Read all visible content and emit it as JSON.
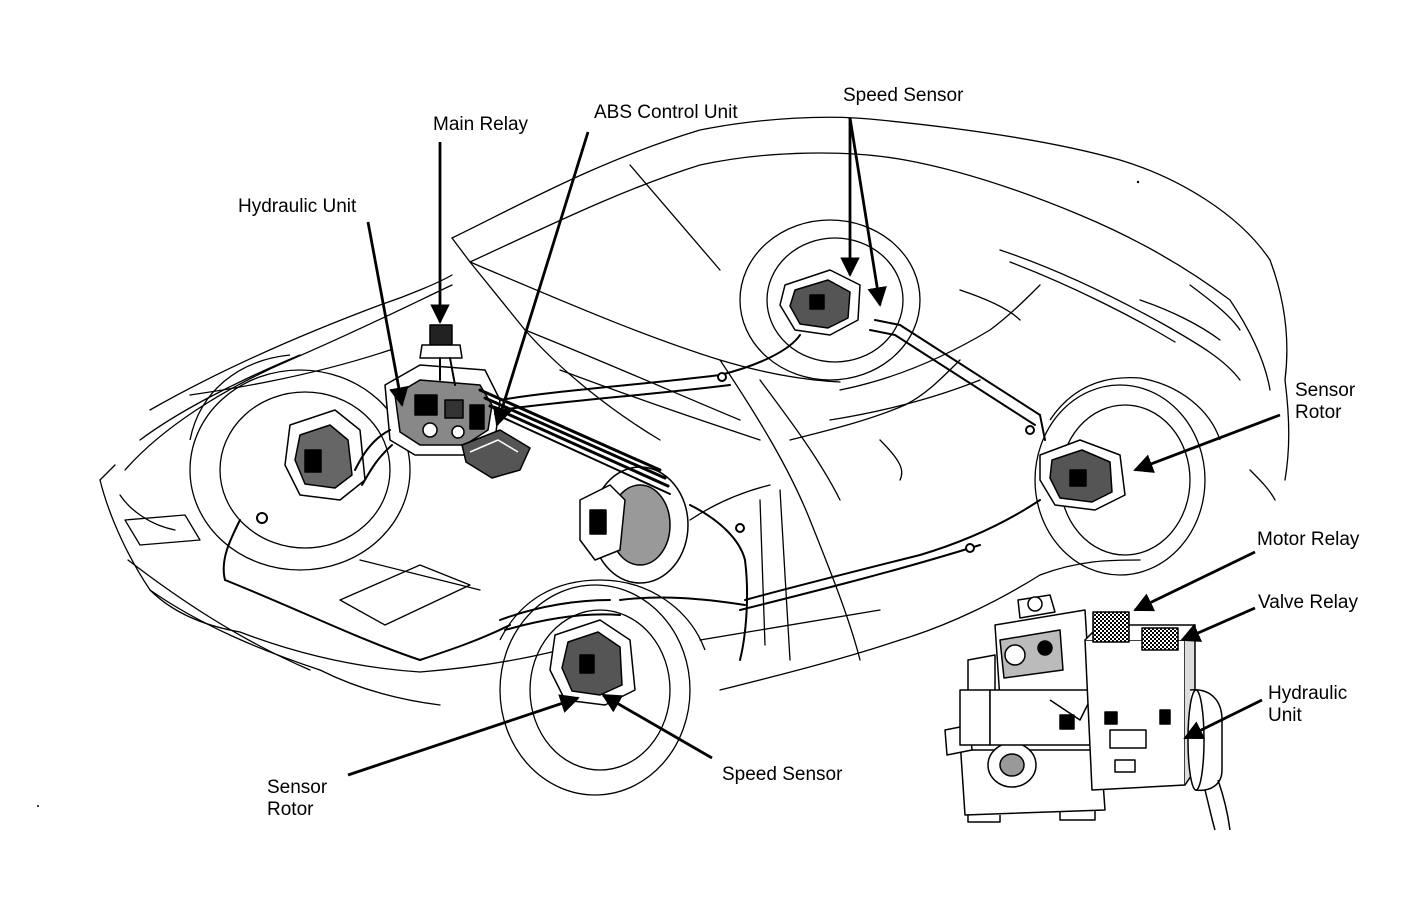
{
  "colors": {
    "ink": "#000000",
    "paper": "#ffffff"
  },
  "labels": {
    "main_relay": "Main Relay",
    "abs_control_unit": "ABS Control Unit",
    "speed_sensor_rear": "Speed Sensor",
    "hydraulic_unit": "Hydraulic Unit",
    "sensor_rotor_right": [
      "Sensor",
      "Rotor"
    ],
    "motor_relay": "Motor Relay",
    "valve_relay": "Valve Relay",
    "hydraulic_unit_inset": [
      "Hydraulic",
      "Unit"
    ],
    "sensor_rotor_left": [
      "Sensor",
      "Rotor"
    ],
    "speed_sensor_front": "Speed Sensor"
  }
}
